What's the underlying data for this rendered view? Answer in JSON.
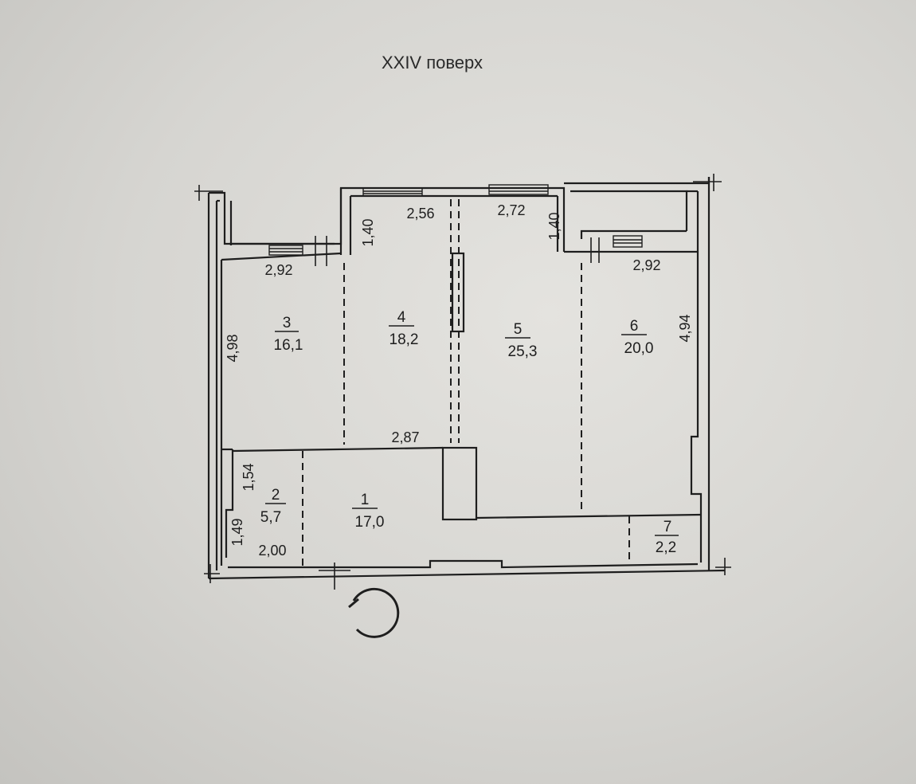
{
  "title": "XXIV поверх",
  "rooms": [
    {
      "number": "1",
      "area": "17,0"
    },
    {
      "number": "2",
      "area": "5,7"
    },
    {
      "number": "3",
      "area": "16,1"
    },
    {
      "number": "4",
      "area": "18,2"
    },
    {
      "number": "5",
      "area": "25,3"
    },
    {
      "number": "6",
      "area": "20,0"
    },
    {
      "number": "7",
      "area": "2,2"
    }
  ],
  "dimensions": {
    "balcony_left_width": "2,92",
    "balcony_right_width": "2,92",
    "room4_top_width": "2,56",
    "room5_top_width": "2,72",
    "left_niche_depth": "1,40",
    "right_niche_depth": "1,40",
    "room3_height": "4,98",
    "room6_height": "4,94",
    "partition_length": "2,87",
    "room2_upper_height": "1,54",
    "room2_lower_height": "1,49",
    "room2_width": "2,00"
  },
  "colors": {
    "paper": "#dcdbd7",
    "ink": "#1e1e1e"
  }
}
